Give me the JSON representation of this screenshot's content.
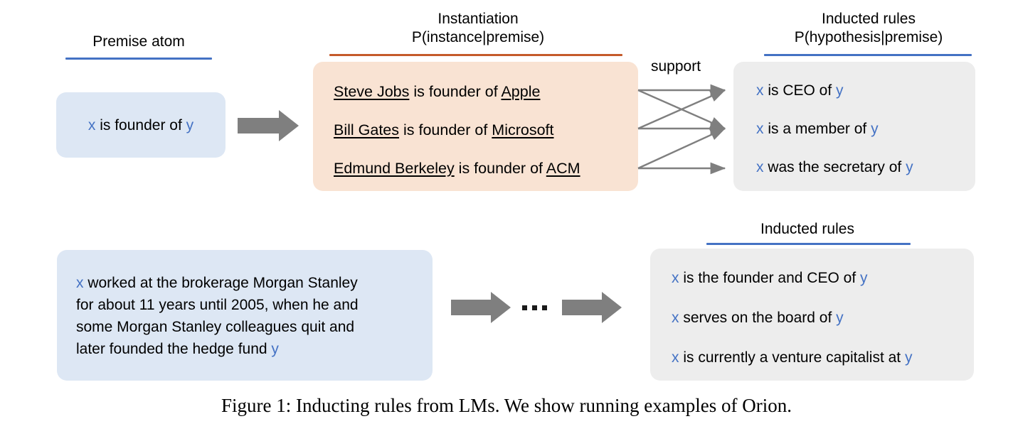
{
  "figure": {
    "caption": "Figure 1: Inducting rules from LMs. We show running examples of Orion."
  },
  "colors": {
    "accent_blue": "#4472C4",
    "accent_orange": "#C55A2A",
    "box_blue": "#DDE7F4",
    "box_peach": "#F9E3D3",
    "box_gray": "#EDEDED",
    "arrow_gray": "#7F7F7F"
  },
  "top_row": {
    "premise": {
      "header": "Premise atom",
      "underline_color": "#4472C4",
      "text_prefix": "x",
      "text_middle": " is founder of ",
      "text_suffix": "y"
    },
    "instantiation": {
      "header": "Instantiation\nP(instance|premise)",
      "underline_color": "#C55A2A",
      "items": [
        {
          "subject": "Steve Jobs",
          "relation": " is founder of ",
          "object": "Apple"
        },
        {
          "subject": "Bill Gates",
          "relation": " is founder of ",
          "object": "Microsoft"
        },
        {
          "subject": "Edmund Berkeley",
          "relation": " is founder of ",
          "object": "ACM"
        }
      ]
    },
    "support_label": "support",
    "induced": {
      "header": "Inducted rules\nP(hypothesis|premise)",
      "underline_color": "#4472C4",
      "rules": [
        {
          "prefix": "x",
          "middle": " is CEO of ",
          "suffix": "y"
        },
        {
          "prefix": "x",
          "middle": " is a member of ",
          "suffix": "y"
        },
        {
          "prefix": "x",
          "middle": " was the secretary of ",
          "suffix": "y"
        }
      ]
    },
    "support_edges": [
      {
        "from": 0,
        "to": 0
      },
      {
        "from": 0,
        "to": 1
      },
      {
        "from": 1,
        "to": 0
      },
      {
        "from": 1,
        "to": 1
      },
      {
        "from": 2,
        "to": 1
      },
      {
        "from": 2,
        "to": 2
      }
    ]
  },
  "bottom_row": {
    "premise": {
      "text_prefix": "x",
      "lines": [
        " worked at the brokerage Morgan Stanley",
        "for about 11 years until 2005, when he and",
        "some Morgan Stanley colleagues quit and",
        "later founded the hedge fund "
      ],
      "text_suffix": "y"
    },
    "ellipsis": "...",
    "induced": {
      "header": "Inducted rules",
      "underline_color": "#4472C4",
      "rules": [
        {
          "prefix": "x",
          "middle": " is the founder and CEO of ",
          "suffix": "y"
        },
        {
          "prefix": "x",
          "middle": " serves on the board of  ",
          "suffix": "y"
        },
        {
          "prefix": "x",
          "middle": " is currently a venture capitalist at ",
          "suffix": "y"
        }
      ]
    }
  }
}
